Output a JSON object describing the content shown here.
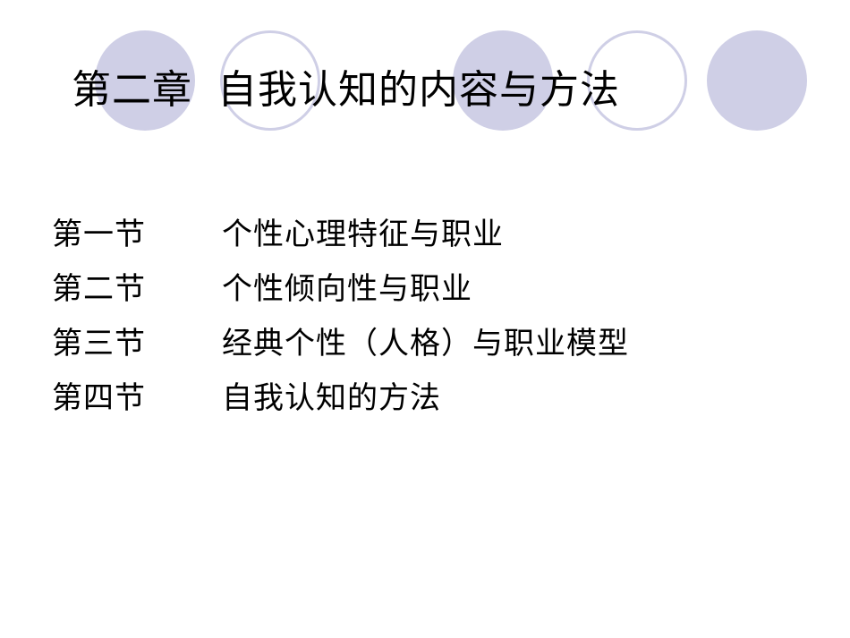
{
  "slide": {
    "title_chapter": "第二章",
    "title_text": "自我认知的内容与方法",
    "sections": [
      {
        "number": "第一节",
        "text": "个性心理特征与职业"
      },
      {
        "number": "第二节",
        "text": "个性倾向性与职业"
      },
      {
        "number": "第三节",
        "text": "经典个性（人格）与职业模型"
      },
      {
        "number": "第四节",
        "text": "自我认知的方法"
      }
    ]
  },
  "colors": {
    "circle_fill": "#cfcfe6",
    "circle_ring": "#cfcfe6",
    "background": "#ffffff",
    "text": "#000000"
  }
}
